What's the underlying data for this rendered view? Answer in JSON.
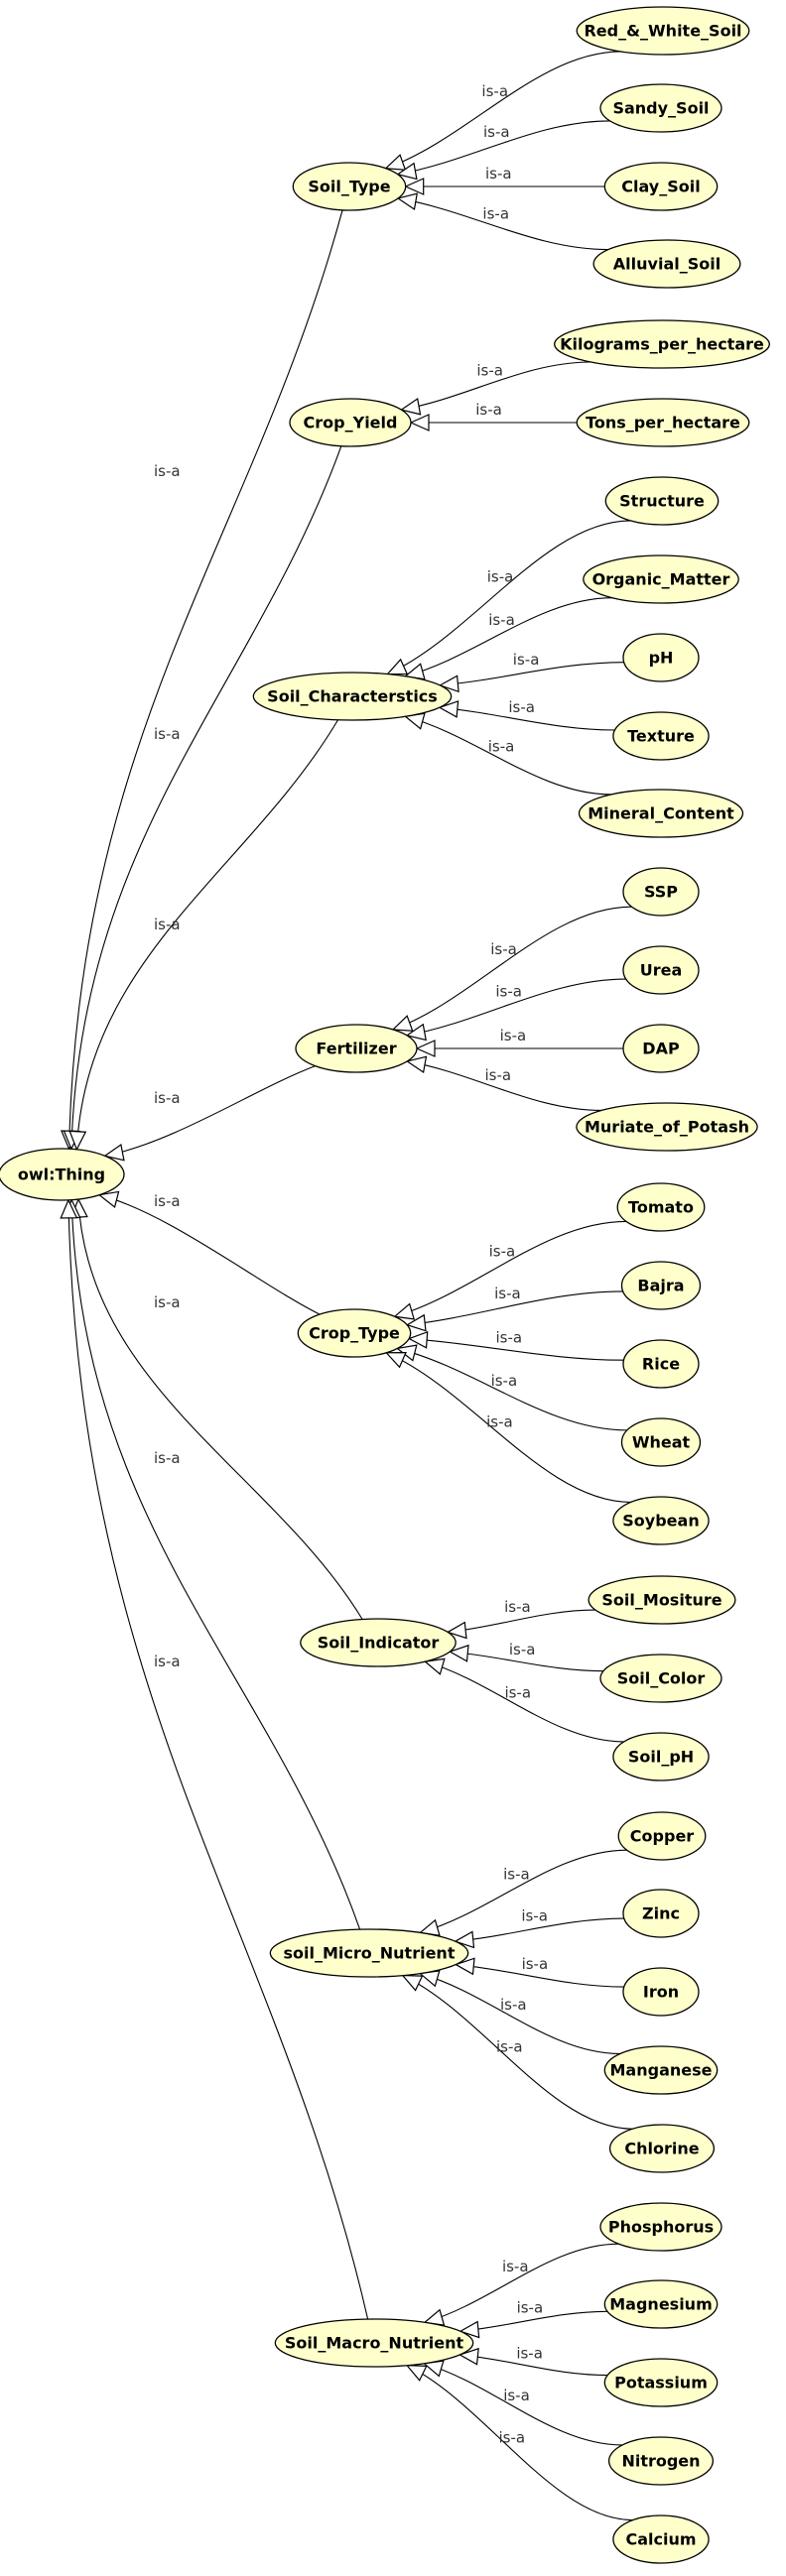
{
  "diagram": {
    "edge_label": "is-a",
    "colors": {
      "node_fill": "#ffffcc",
      "node_stroke": "#000000",
      "edge": "#000000",
      "background": "#ffffff"
    },
    "root": {
      "id": "owl_thing",
      "label": "owl:Thing"
    },
    "classes": [
      {
        "id": "soil_type",
        "label": "Soil_Type",
        "children": [
          "Red_&_White_Soil",
          "Sandy_Soil",
          "Clay_Soil",
          "Alluvial_Soil"
        ]
      },
      {
        "id": "crop_yield",
        "label": "Crop_Yield",
        "children": [
          "Kilograms_per_hectare",
          "Tons_per_hectare"
        ]
      },
      {
        "id": "soil_characterstics",
        "label": "Soil_Characterstics",
        "children": [
          "Structure",
          "Organic_Matter",
          "pH",
          "Texture",
          "Mineral_Content"
        ]
      },
      {
        "id": "fertilizer",
        "label": "Fertilizer",
        "children": [
          "SSP",
          "Urea",
          "DAP",
          "Muriate_of_Potash"
        ]
      },
      {
        "id": "crop_type",
        "label": "Crop_Type",
        "children": [
          "Tomato",
          "Bajra",
          "Rice",
          "Wheat",
          "Soybean"
        ]
      },
      {
        "id": "soil_indicator",
        "label": "Soil_Indicator",
        "children": [
          "Soil_Mositure",
          "Soil_Color",
          "Soil_pH"
        ]
      },
      {
        "id": "soil_micro_nutrient",
        "label": "soil_Micro_Nutrient",
        "children": [
          "Copper",
          "Zinc",
          "Iron",
          "Manganese",
          "Chlorine"
        ]
      },
      {
        "id": "soil_macro_nutrient",
        "label": "Soil_Macro_Nutrient",
        "children": [
          "Phosphorus",
          "Magnesium",
          "Potassium",
          "Nitrogen",
          "Calcium"
        ]
      }
    ]
  }
}
